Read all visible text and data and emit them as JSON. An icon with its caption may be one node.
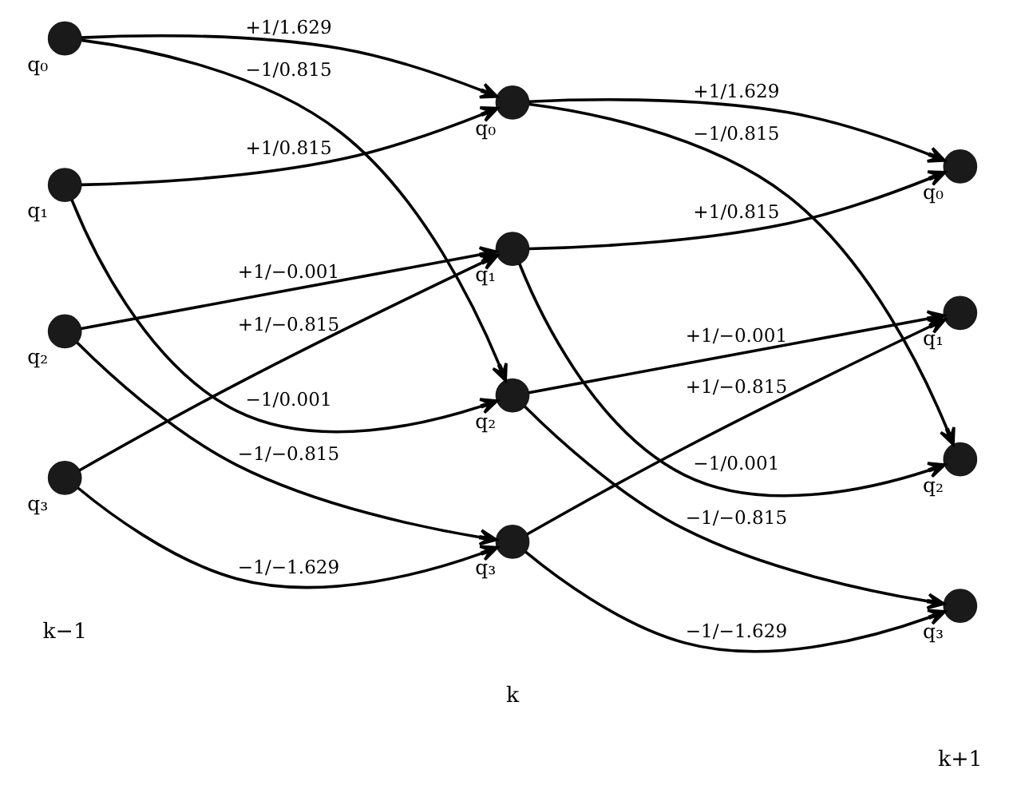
{
  "diagram": {
    "nodes": [
      {
        "text": [],
        "shape": "circle",
        "beside": [
          "q₀"
        ]
      },
      {
        "text": [],
        "shape": "circle",
        "beside": [
          "q₁"
        ]
      },
      {
        "text": [],
        "shape": "circle",
        "beside": [
          "q₂"
        ]
      },
      {
        "text": [],
        "shape": "circle",
        "beside": [
          "q₃"
        ]
      },
      {
        "text": [],
        "shape": "circle",
        "beside": [
          "q₀"
        ]
      },
      {
        "text": [],
        "shape": "circle",
        "beside": [
          "q₁"
        ]
      },
      {
        "text": [],
        "shape": "circle",
        "beside": [
          "q₂"
        ]
      },
      {
        "text": [],
        "shape": "circle",
        "beside": [
          "q₃"
        ]
      },
      {
        "text": [],
        "shape": "circle",
        "beside": [
          "q₀"
        ]
      },
      {
        "text": [],
        "shape": "circle",
        "beside": [
          "q₁"
        ]
      },
      {
        "text": [],
        "shape": "circle",
        "beside": [
          "q₂"
        ]
      },
      {
        "text": [],
        "shape": "circle",
        "beside": [
          "q₃"
        ]
      }
    ],
    "edges": [
      {
        "from": 0,
        "to": 4,
        "arrow": "to",
        "label": "+1/1.629"
      },
      {
        "from": 0,
        "to": 6,
        "arrow": "to",
        "label": "−1/0.815"
      },
      {
        "from": 1,
        "to": 4,
        "arrow": "to",
        "label": "+1/0.815"
      },
      {
        "from": 1,
        "to": 6,
        "arrow": "to",
        "label": "−1/0.001"
      },
      {
        "from": 2,
        "to": 5,
        "arrow": "to",
        "label": "+1/−0.001"
      },
      {
        "from": 2,
        "to": 7,
        "arrow": "to",
        "label": "−1/−0.815"
      },
      {
        "from": 3,
        "to": 5,
        "arrow": "to",
        "label": "+1/−0.815"
      },
      {
        "from": 3,
        "to": 7,
        "arrow": "to",
        "label": "−1/−1.629"
      },
      {
        "from": 4,
        "to": 8,
        "arrow": "to",
        "label": "+1/1.629"
      },
      {
        "from": 4,
        "to": 10,
        "arrow": "to",
        "label": "−1/0.815"
      },
      {
        "from": 5,
        "to": 8,
        "arrow": "to",
        "label": "+1/0.815"
      },
      {
        "from": 5,
        "to": 10,
        "arrow": "to",
        "label": "−1/0.001"
      },
      {
        "from": 6,
        "to": 9,
        "arrow": "to",
        "label": "+1/−0.001"
      },
      {
        "from": 6,
        "to": 11,
        "arrow": "to",
        "label": "−1/−0.815"
      },
      {
        "from": 7,
        "to": 9,
        "arrow": "to",
        "label": "+1/−0.815"
      },
      {
        "from": 7,
        "to": 11,
        "arrow": "to",
        "label": "−1/−1.629"
      }
    ],
    "labels": [
      "k−1",
      "k",
      "k+1"
    ]
  }
}
